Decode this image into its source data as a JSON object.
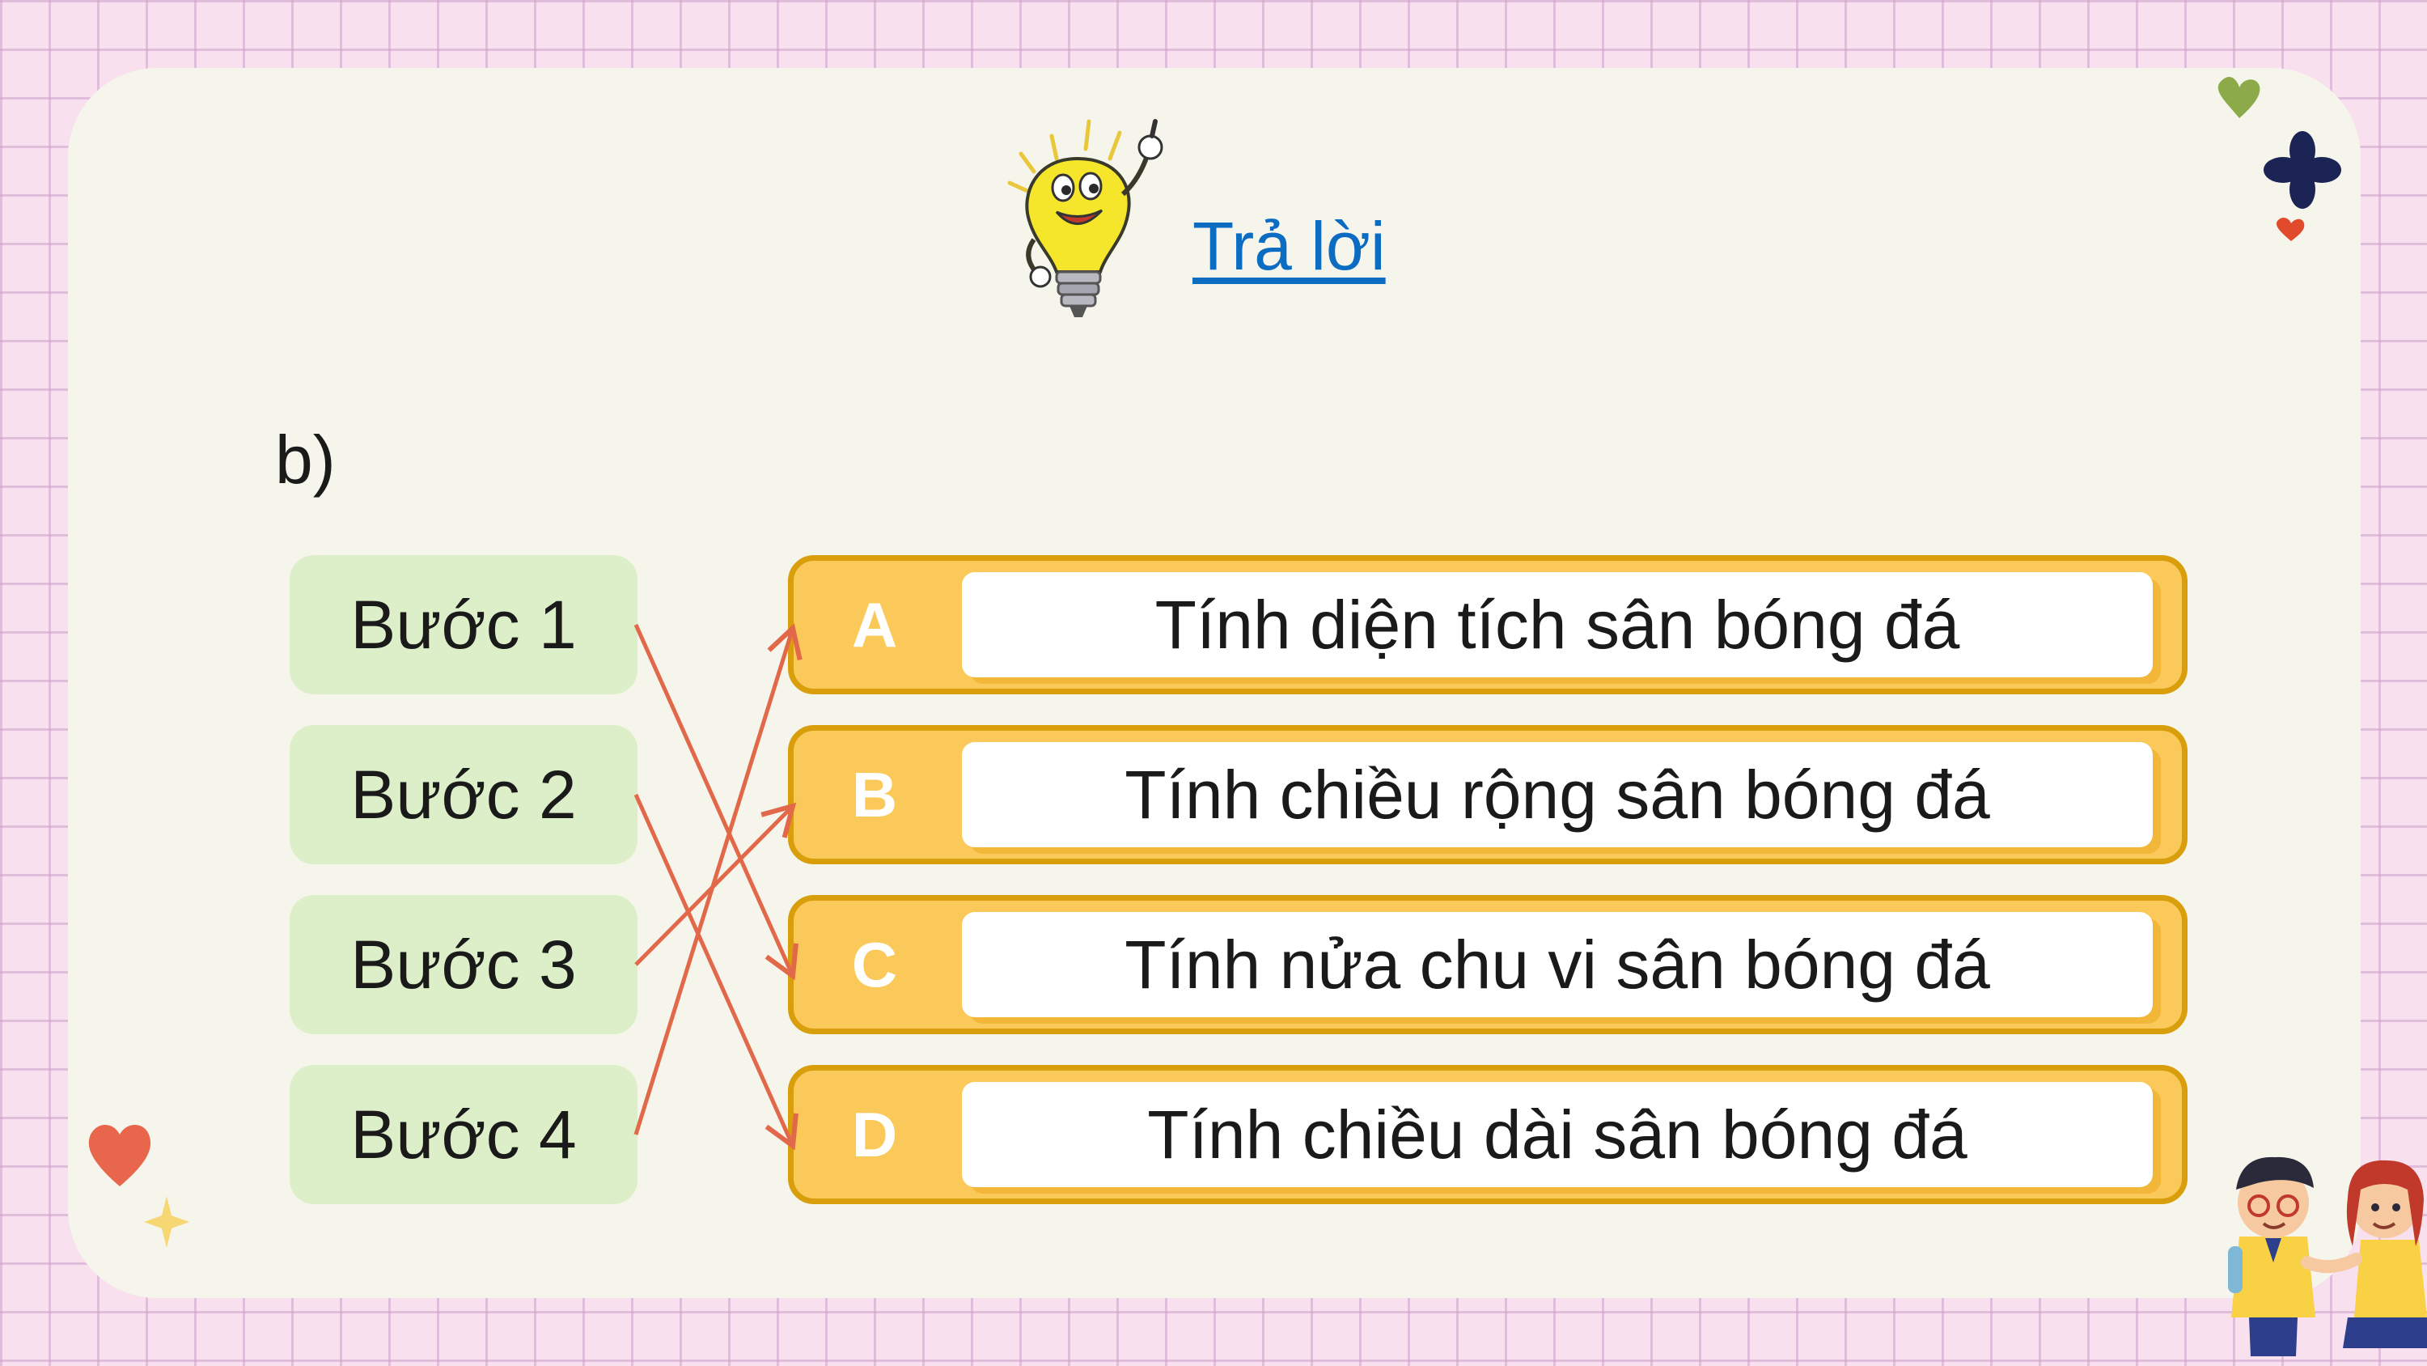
{
  "header": {
    "answer_link": "Trả lời"
  },
  "exercise": {
    "part_label": "b)"
  },
  "steps": [
    {
      "label": "Bước 1"
    },
    {
      "label": "Bước 2"
    },
    {
      "label": "Bước 3"
    },
    {
      "label": "Bước 4"
    }
  ],
  "options": [
    {
      "letter": "A",
      "text": "Tính diện tích sân bóng đá"
    },
    {
      "letter": "B",
      "text": "Tính chiều rộng sân bóng đá"
    },
    {
      "letter": "C",
      "text": "Tính nửa chu vi sân bóng đá"
    },
    {
      "letter": "D",
      "text": "Tính chiều dài sân bóng đá"
    }
  ],
  "matches": [
    {
      "step": "Bước 1",
      "option": "C"
    },
    {
      "step": "Bước 2",
      "option": "D"
    },
    {
      "step": "Bước 3",
      "option": "B"
    },
    {
      "step": "Bước 4",
      "option": "A"
    }
  ],
  "icons": [
    "lightbulb-mascot-icon",
    "heart-icon",
    "flower-icon",
    "sparkle-icon",
    "students-icon"
  ],
  "colors": {
    "background": "#f8e0ef",
    "card": "#f6f5ec",
    "step_box": "#dcefc8",
    "option_fill": "#fbc95a",
    "option_border": "#d99e0c",
    "link": "#0b6cc2",
    "arrow": "#e2684a"
  }
}
